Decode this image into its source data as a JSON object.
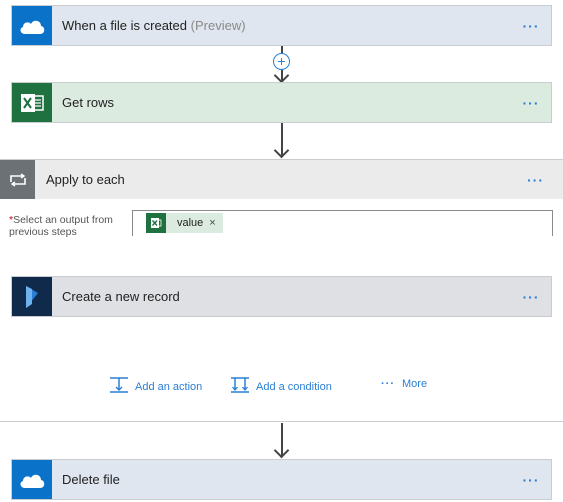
{
  "colors": {
    "accent": "#2a7fd4",
    "onedrive": "#0a72c8",
    "excel": "#1f7140",
    "crm": "#102a4c",
    "loop": "#6c7175"
  },
  "steps": {
    "trigger": {
      "title": "When a file is created",
      "subtitle": "(Preview)",
      "menu": "···",
      "icon": "onedrive-cloud-icon"
    },
    "get_rows": {
      "title": "Get rows",
      "menu": "···",
      "icon": "excel-icon"
    },
    "apply_each": {
      "title": "Apply to each",
      "menu": "···",
      "icon": "loop-icon",
      "field": {
        "required_mark": "*",
        "label": "Select an output from previous steps",
        "token_label": "value",
        "token_remove": "×"
      },
      "inner_step": {
        "title": "Create a new record",
        "menu": "···",
        "icon": "dynamics-icon"
      },
      "actions": {
        "add_action": "Add an action",
        "add_condition": "Add a condition",
        "more_dots": "···",
        "more": "More"
      }
    },
    "delete_file": {
      "title": "Delete file",
      "menu": "···",
      "icon": "onedrive-cloud-icon"
    }
  },
  "connector": {
    "insert_symbol": "+"
  }
}
